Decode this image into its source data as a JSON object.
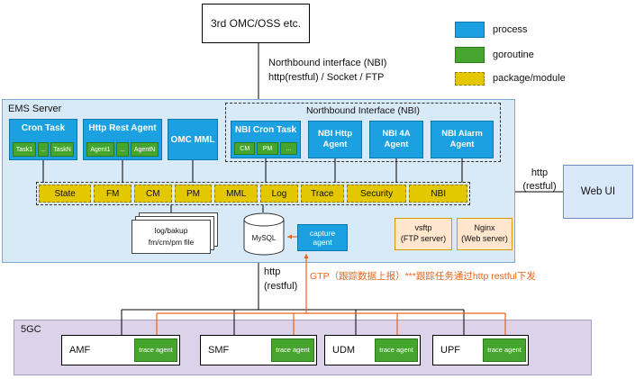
{
  "colors": {
    "process": "#1ba1e2",
    "goroutine": "#46a52e",
    "module": "#e3c800",
    "orange": "#e8641a"
  },
  "legend": {
    "items": [
      {
        "label": "process"
      },
      {
        "label": "goroutine"
      },
      {
        "label": "package/module"
      }
    ]
  },
  "external": {
    "omc_box": "3rd OMC/OSS etc.",
    "nbi_line1": "Northbound interface (NBI)",
    "nbi_line2": "http(restful) / Socket / FTP",
    "webui_http_line1": "http",
    "webui_http_line2": "(restful)",
    "web_ui": "Web UI",
    "south_http_line1": "http",
    "south_http_line2": "(restful)",
    "gtp_note": "GTP（跟踪数据上报）***跟踪任务通过http restful下发"
  },
  "ems": {
    "title": "EMS Server",
    "cron_task": {
      "label": "Cron Task",
      "tasks": [
        "Task1",
        "...",
        "TaskN"
      ]
    },
    "http_rest_agent": {
      "label": "Http Rest Agent",
      "agents": [
        "Agent1",
        "...",
        "AgentN"
      ]
    },
    "omc_mml": "OMC MML",
    "nbi": {
      "title": "Northbound Interface (NBI)",
      "cron_task": {
        "label": "NBI Cron Task",
        "tasks": [
          "CM",
          "PM",
          "..."
        ]
      },
      "http_agent": "NBI Http Agent",
      "fa_agent": "NBI 4A Agent",
      "alarm_agent": "NBI Alarm Agent"
    },
    "modules": [
      "State",
      "FM",
      "CM",
      "PM",
      "MML",
      "Log",
      "Trace",
      "Security",
      "NBI"
    ],
    "files_line1": "log/bakup",
    "files_line2": "fm/cm/pm file",
    "database": "MySQL",
    "capture_agent": "capture agent",
    "vsftp_line1": "vsftp",
    "vsftp_line2": "(FTP server)",
    "nginx_line1": "Nginx",
    "nginx_line2": "(Web server)"
  },
  "core": {
    "title": "5GC",
    "nodes": [
      {
        "label": "AMF",
        "agent": "trace agent"
      },
      {
        "label": "SMF",
        "agent": "trace agent"
      },
      {
        "label": "UDM",
        "agent": "trace agent"
      },
      {
        "label": "UPF",
        "agent": "trace agent"
      }
    ]
  }
}
